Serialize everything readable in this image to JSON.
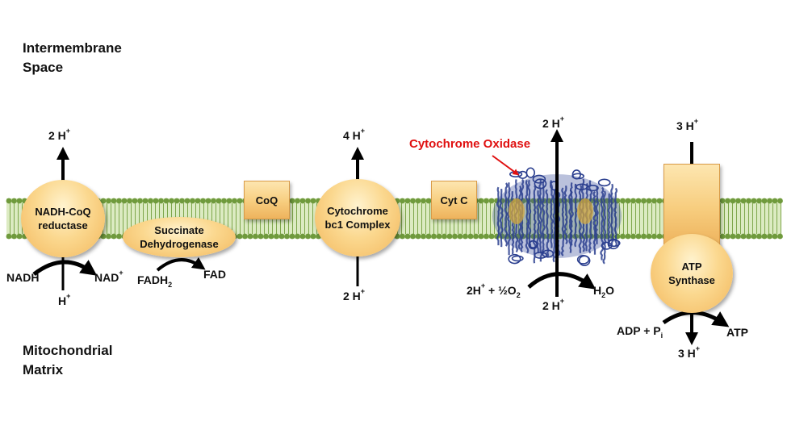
{
  "regions": {
    "intermembrane_line1": "Intermembrane",
    "intermembrane_line2": "Space",
    "matrix_line1": "Mitochondrial",
    "matrix_line2": "Matrix"
  },
  "complexes": {
    "nadh_coq_line1": "NADH-CoQ",
    "nadh_coq_line2": "reductase",
    "succinate_line1": "Succinate",
    "succinate_line2": "Dehydrogenase",
    "coq": "CoQ",
    "cytochrome_bc1_line1": "Cytochrome",
    "cytochrome_bc1_line2": "bc1 Complex",
    "cyt_c": "Cyt C",
    "cytochrome_oxidase": "Cytochrome Oxidase",
    "atp_synthase_line1": "ATP",
    "atp_synthase_line2": "Synthase"
  },
  "proton_labels": {
    "complex1_out": "2 H",
    "complex1_in": "H",
    "complex3_out": "4 H",
    "complex3_in": "2 H",
    "complex4_out": "2 H",
    "complex4_in": "2 H",
    "atp_synthase_out": "3 H",
    "atp_synthase_in": "3 H",
    "plus_sign": "+"
  },
  "reactions": {
    "nadh": "NADH",
    "nad_plus": "NAD",
    "fadh2_base": "FADH",
    "fadh2_sub": "2",
    "fad": "FAD",
    "oxygen_reaction_left": "2H",
    "oxygen_reaction_mid": " + ½O",
    "oxygen_sub": "2",
    "water_h": "H",
    "water_sub": "2",
    "water_o": "O",
    "adp": "ADP + P",
    "adp_sub": "i",
    "atp": "ATP"
  },
  "colors": {
    "membrane_green": "#6f9a3c",
    "membrane_light": "#c9dfa6",
    "protein_fill": "#f7cd7e",
    "oxidase_label": "#e01010",
    "oxidase_structure": "#2b3f8f"
  }
}
